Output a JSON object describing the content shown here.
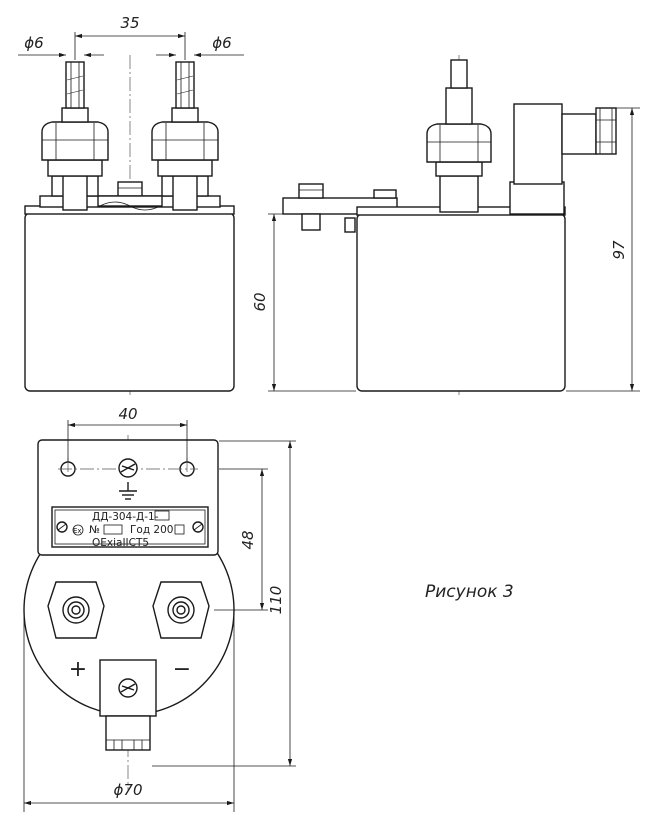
{
  "dimensions": {
    "front_view": {
      "spacing": "35",
      "cable_left": "ϕ6",
      "cable_right": "ϕ6",
      "body_height": "60"
    },
    "side_view": {
      "total_height": "97"
    },
    "top_view": {
      "hole_spacing": "40",
      "plate_height": "48",
      "overall_height": "110",
      "diameter": "ϕ70"
    }
  },
  "nameplate": {
    "line1": "ДД-304-Д-1-",
    "line2_prefix": "№",
    "line2_year": "Год 200",
    "line3": "OExiaIICT5"
  },
  "terminals": {
    "plus": "+",
    "minus": "−"
  },
  "caption": "Рисунок 3"
}
